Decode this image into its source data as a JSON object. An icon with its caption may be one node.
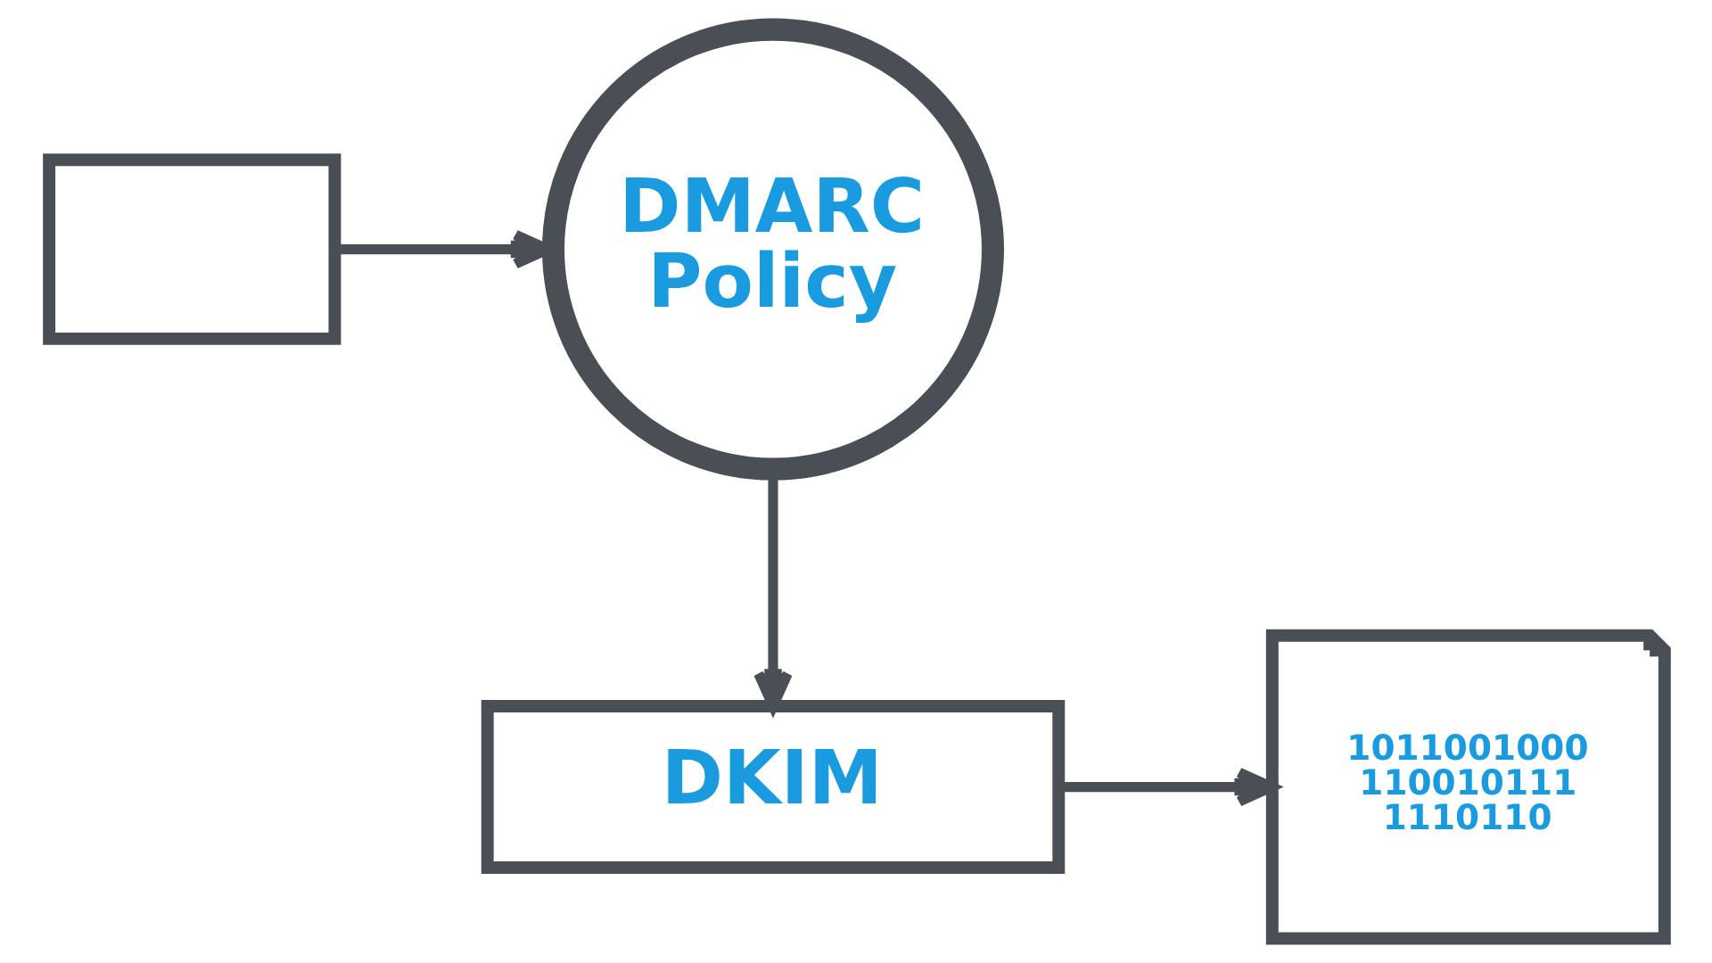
{
  "diagram": {
    "nodes": [
      {
        "text": [],
        "shape": "box"
      },
      {
        "text": [
          "DMARC Policy"
        ]
      },
      {
        "text": [
          "DKIM"
        ]
      },
      {
        "text": [
          "1011001000 110010111 1110110"
        ]
      }
    ],
    "edges": [
      {
        "from": 0,
        "to": 1,
        "arrow": "to"
      },
      {
        "from": 1,
        "to": 2,
        "arrow": "to"
      },
      {
        "from": 2,
        "to": 3,
        "arrow": "to"
      }
    ]
  }
}
